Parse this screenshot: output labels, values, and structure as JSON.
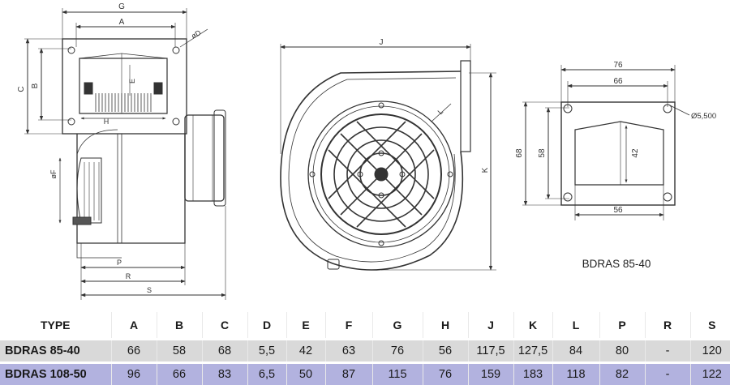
{
  "drawing": {
    "side_labels": {
      "G": "G",
      "A": "A",
      "D": "øD",
      "C": "C",
      "B": "B",
      "E": "E",
      "H": "H",
      "F": "øF",
      "P": "P",
      "R": "R",
      "S": "S"
    },
    "front_labels": {
      "J": "J",
      "L": "L",
      "K": "K"
    },
    "flange": {
      "w76": "76",
      "w66": "66",
      "hole": "Ø5,500",
      "h68": "68",
      "h58": "58",
      "h42": "42",
      "w56": "56"
    },
    "model_caption": "BDRAS 85-40"
  },
  "table": {
    "headers": [
      "TYPE",
      "A",
      "B",
      "C",
      "D",
      "E",
      "F",
      "G",
      "H",
      "J",
      "K",
      "L",
      "P",
      "R",
      "S"
    ],
    "rows": [
      [
        "BDRAS 85-40",
        "66",
        "58",
        "68",
        "5,5",
        "42",
        "63",
        "76",
        "56",
        "117,5",
        "127,5",
        "84",
        "80",
        "-",
        "120"
      ],
      [
        "BDRAS 108-50",
        "96",
        "66",
        "83",
        "6,5",
        "50",
        "87",
        "115",
        "76",
        "159",
        "183",
        "118",
        "82",
        "-",
        "122"
      ]
    ]
  }
}
